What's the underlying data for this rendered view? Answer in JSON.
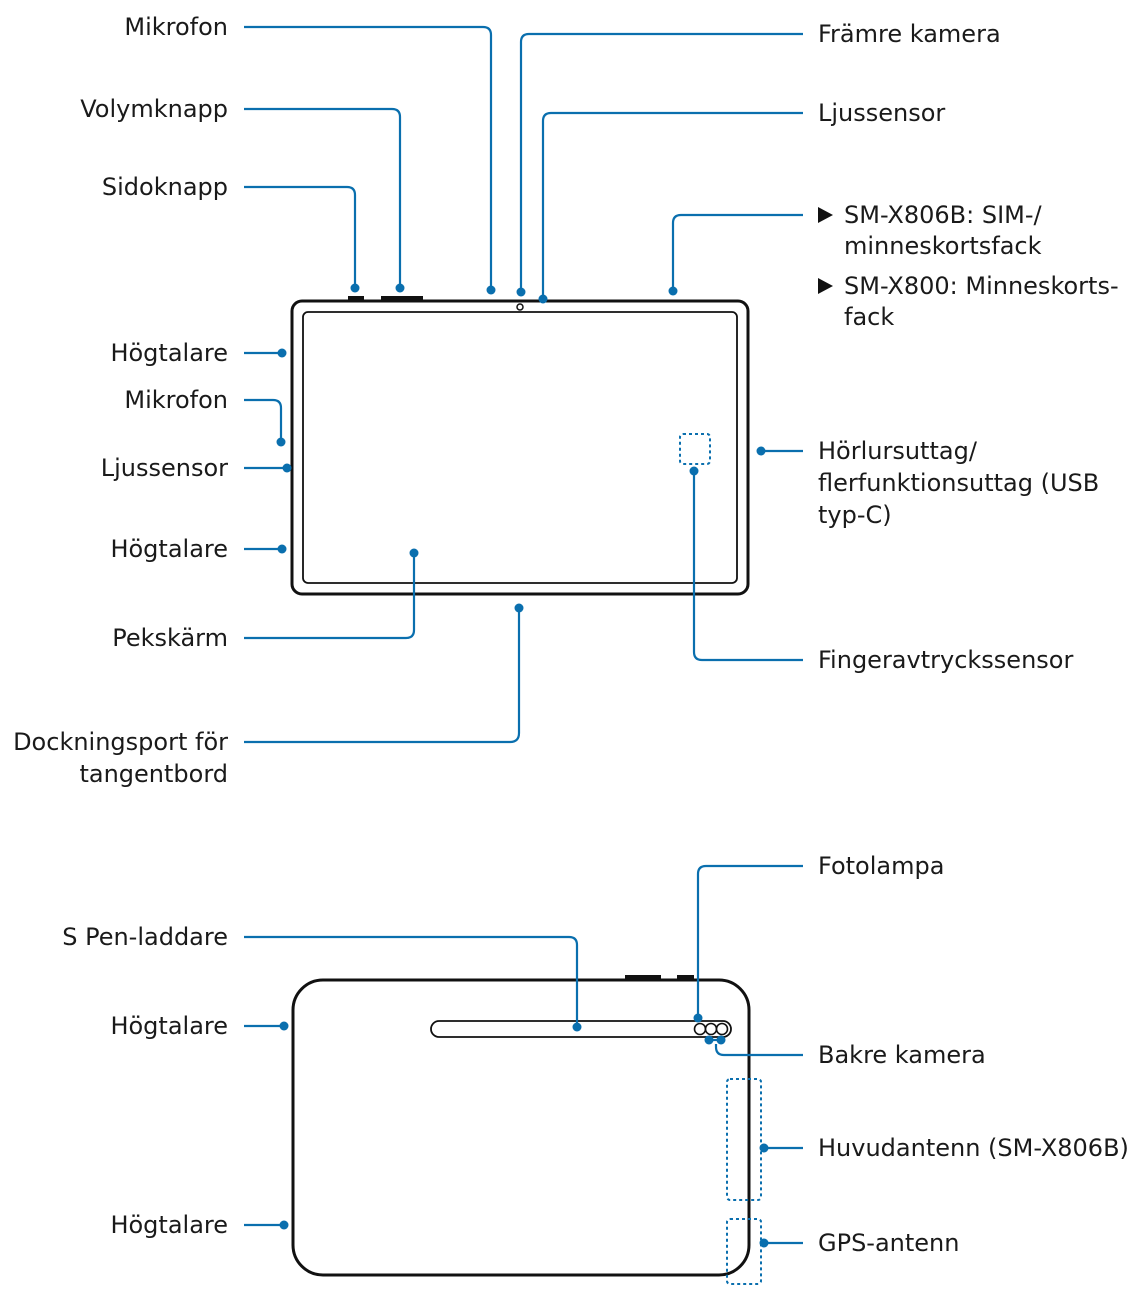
{
  "front": {
    "mic_top": "Mikrofon",
    "volume": "Volymknapp",
    "side_key": "Sidoknapp",
    "speaker_upper": "Högtalare",
    "mic_left": "Mikrofon",
    "light_sensor_left": "Ljussensor",
    "speaker_lower": "Högtalare",
    "touchscreen": "Pekskärm",
    "dock_port": [
      "Dockningsport för",
      "tangentbord"
    ],
    "front_camera": "Främre kamera",
    "light_sensor_top": "Ljussensor",
    "tray_lines": [
      "SM-X806B: SIM-/",
      "minneskortsfack",
      "SM-X800: Minneskorts-",
      "fack"
    ],
    "headset_jack": [
      "Hörlursuttag/",
      "flerfunktionsuttag (USB",
      "typ-C)"
    ],
    "fingerprint": "Fingeravtryckssensor"
  },
  "back": {
    "flash": "Fotolampa",
    "spen_charger": "S Pen-laddare",
    "speaker_upper": "Högtalare",
    "rear_camera": "Bakre kamera",
    "main_antenna": "Huvudantenn (SM-X806B)",
    "speaker_lower": "Högtalare",
    "gps_antenna": "GPS-antenn"
  },
  "colors": {
    "leader": "#0a6fae",
    "device": "#111111"
  },
  "icons": {
    "bullet": "triangle-right-icon"
  }
}
